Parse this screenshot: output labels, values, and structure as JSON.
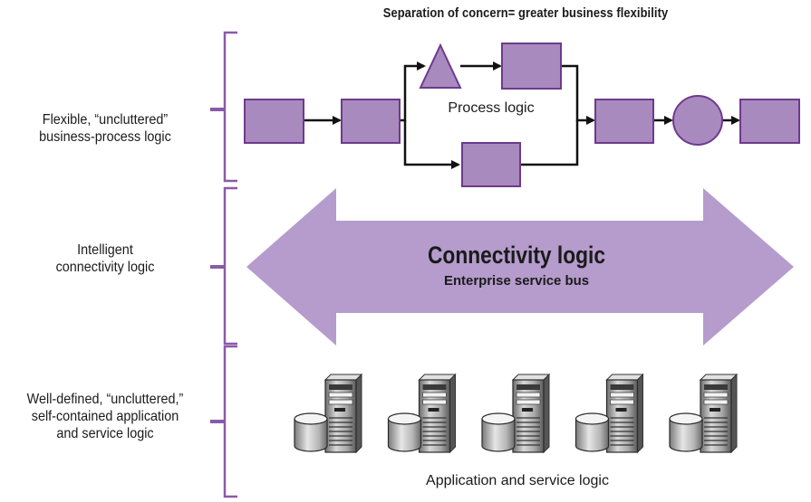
{
  "title": "Separation of concern= greater business flexibility",
  "layers": {
    "process": {
      "label_lines": [
        "Flexible, “uncluttered”",
        "business-process logic"
      ],
      "caption": "Process logic"
    },
    "connectivity": {
      "label_lines": [
        "Intelligent",
        "connectivity logic"
      ],
      "arrow_title": "Connectivity logic",
      "arrow_subtitle": "Enterprise service bus"
    },
    "application": {
      "label_lines": [
        "Well-defined, “uncluttered,”",
        "self-contained application",
        "and service logic"
      ],
      "caption": "Application and service logic",
      "server_count": 5
    }
  },
  "icons": [
    "process-box-icon",
    "triangle-icon",
    "circle-icon",
    "arrow-icon",
    "server-tower-icon",
    "database-cylinder-icon"
  ],
  "colors": {
    "shape_fill": "#a98abf",
    "shape_stroke": "#6d3a8c",
    "bracket": "#8a5aa8",
    "arrow_fill": "#b59ccc",
    "text": "#1a1a1a",
    "connector": "#111111"
  }
}
